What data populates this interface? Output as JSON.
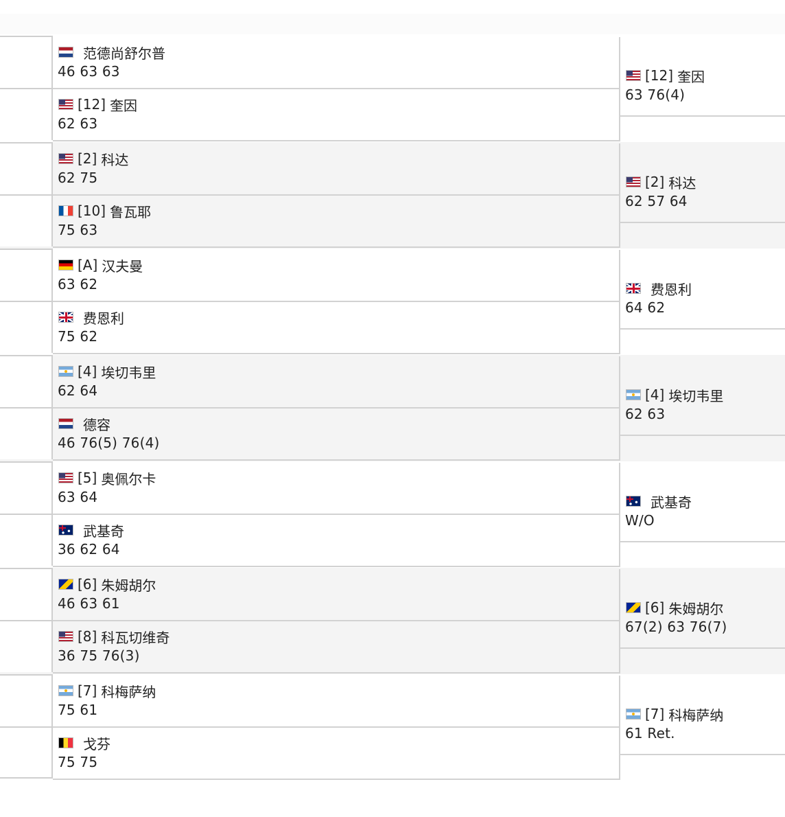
{
  "matches": [
    {
      "top": {
        "flag": "nl-flag-icon",
        "seed": "",
        "name": "范德尚舒尔普",
        "score": "46 63 63"
      },
      "bottom": {
        "flag": "us-flag-icon",
        "seed": "[12]",
        "name": "奎因",
        "score": "62 63"
      },
      "winner": {
        "flag": "us-flag-icon",
        "seed": "[12]",
        "name": "奎因",
        "score": "63 76(4)"
      }
    },
    {
      "top": {
        "flag": "us-flag-icon",
        "seed": "[2]",
        "name": "科达",
        "score": "62 75"
      },
      "bottom": {
        "flag": "fr-flag-icon",
        "seed": "[10]",
        "name": "鲁瓦耶",
        "score": "75 63"
      },
      "winner": {
        "flag": "us-flag-icon",
        "seed": "[2]",
        "name": "科达",
        "score": "62 57 64"
      }
    },
    {
      "top": {
        "flag": "de-flag-icon",
        "seed": "[A]",
        "name": "汉夫曼",
        "score": "63 62"
      },
      "bottom": {
        "flag": "gb-flag-icon",
        "seed": "",
        "name": "费恩利",
        "score": "75 62"
      },
      "winner": {
        "flag": "gb-flag-icon",
        "seed": "",
        "name": "费恩利",
        "score": "64 62"
      }
    },
    {
      "top": {
        "flag": "ar-flag-icon",
        "seed": "[4]",
        "name": "埃切韦里",
        "score": "62 64"
      },
      "bottom": {
        "flag": "nl-flag-icon",
        "seed": "",
        "name": "德容",
        "score": "46 76(5) 76(4)"
      },
      "winner": {
        "flag": "ar-flag-icon",
        "seed": "[4]",
        "name": "埃切韦里",
        "score": "62 63"
      }
    },
    {
      "top": {
        "flag": "us-flag-icon",
        "seed": "[5]",
        "name": "奥佩尔卡",
        "score": "63 64"
      },
      "bottom": {
        "flag": "au-flag-icon",
        "seed": "",
        "name": "武基奇",
        "score": "36 62 64"
      },
      "winner": {
        "flag": "au-flag-icon",
        "seed": "",
        "name": "武基奇",
        "score": "W/O"
      }
    },
    {
      "top": {
        "flag": "ba-flag-icon",
        "seed": "[6]",
        "name": "朱姆胡尔",
        "score": "46 63 61"
      },
      "bottom": {
        "flag": "us-flag-icon",
        "seed": "[8]",
        "name": "科瓦切维奇",
        "score": "36 75 76(3)"
      },
      "winner": {
        "flag": "ba-flag-icon",
        "seed": "[6]",
        "name": "朱姆胡尔",
        "score": "67(2) 63 76(7)"
      }
    },
    {
      "top": {
        "flag": "ar-flag-icon",
        "seed": "[7]",
        "name": "科梅萨纳",
        "score": "75 61"
      },
      "bottom": {
        "flag": "be-flag-icon",
        "seed": "",
        "name": "戈芬",
        "score": "75 75"
      },
      "winner": {
        "flag": "ar-flag-icon",
        "seed": "[7]",
        "name": "科梅萨纳",
        "score": "61 Ret."
      }
    }
  ]
}
